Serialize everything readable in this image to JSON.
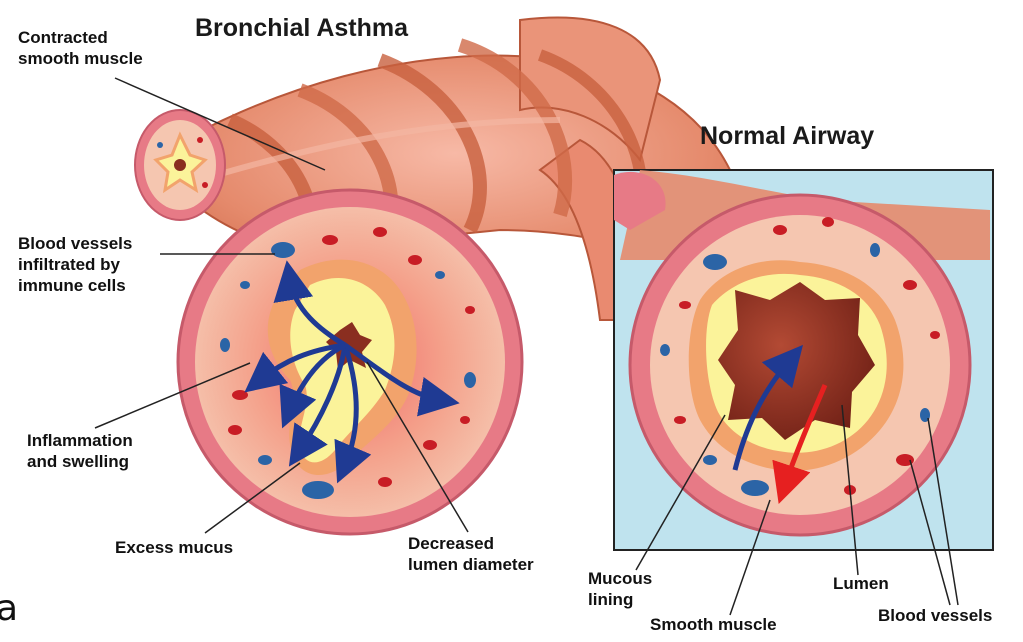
{
  "titles": {
    "asthma": "Bronchial Asthma",
    "normal": "Normal Airway"
  },
  "labels": {
    "contracted_line1": "Contracted",
    "contracted_line2": "smooth muscle",
    "blood_vessels_infiltrated_line1": "Blood vessels",
    "blood_vessels_infiltrated_line2": "infiltrated by",
    "blood_vessels_infiltrated_line3": "immune cells",
    "inflammation_line1": "Inflammation",
    "inflammation_line2": "and swelling",
    "excess_mucus": "Excess mucus",
    "decreased_line1": "Decreased",
    "decreased_line2": "lumen diameter",
    "mucous_line1": "Mucous",
    "mucous_line2": "lining",
    "smooth_muscle": "Smooth muscle",
    "lumen": "Lumen",
    "blood_vessels": "Blood vessels",
    "edge_fragment": "a"
  },
  "colors": {
    "muscle": "#e58a6c",
    "muscle_dark": "#c8603f",
    "wall_outer": "#e77a86",
    "wall_tissue": "#f5c6b0",
    "inflamed": "#f08a80",
    "mucus": "#fbf39a",
    "mucosa": "#f2a36c",
    "lumen": "#8a2e20",
    "vessel_red": "#c81d25",
    "vessel_blue": "#2b64a6",
    "inset_bg": "#bfe3ee",
    "arrow_blue": "#1f3a93",
    "arrow_red": "#e62020"
  }
}
